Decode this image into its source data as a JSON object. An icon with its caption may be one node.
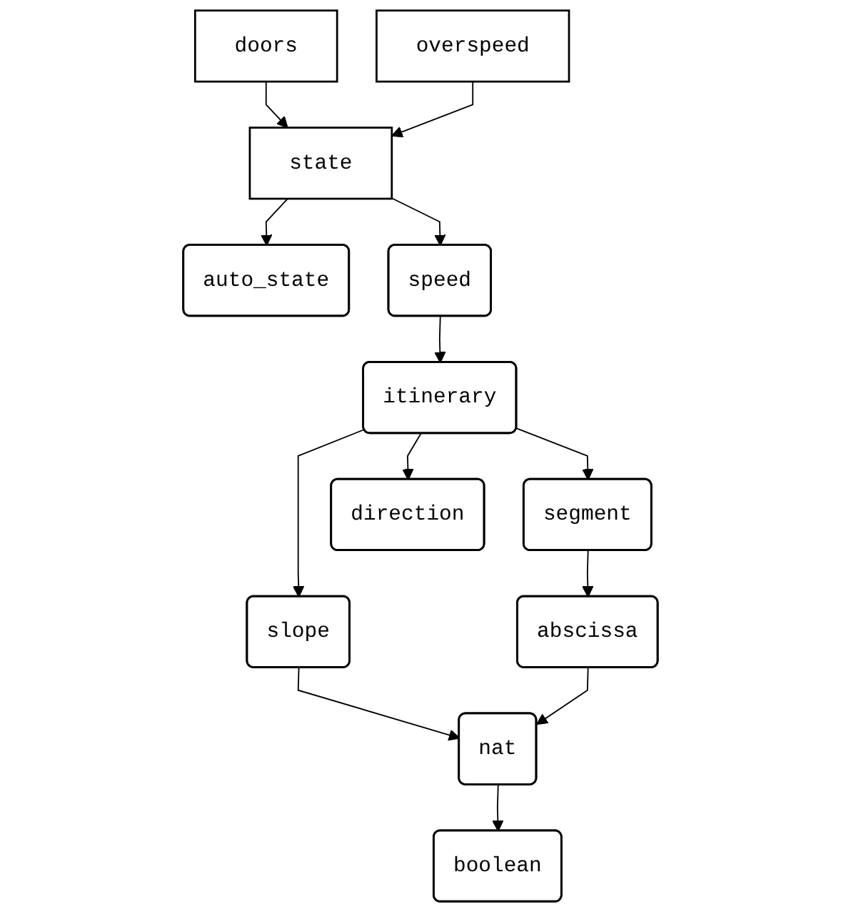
{
  "diagram": {
    "nodes": [
      {
        "text": [
          "doors"
        ]
      },
      {
        "text": [
          "overspeed"
        ]
      },
      {
        "text": [
          "state"
        ]
      },
      {
        "text": [
          "auto_state"
        ]
      },
      {
        "text": [
          "speed"
        ]
      },
      {
        "text": [
          "itinerary"
        ]
      },
      {
        "text": [
          "slope"
        ]
      },
      {
        "text": [
          "segment"
        ]
      },
      {
        "text": [
          "direction"
        ]
      },
      {
        "text": [
          "abscissa"
        ]
      },
      {
        "text": [
          "nat"
        ]
      },
      {
        "text": [
          "boolean"
        ]
      }
    ],
    "edges": [
      {
        "from": 0,
        "to": 2,
        "arrow": "to"
      },
      {
        "from": 1,
        "to": 2,
        "arrow": "to"
      },
      {
        "from": 2,
        "to": 3,
        "arrow": "to"
      },
      {
        "from": 2,
        "to": 4,
        "arrow": "to"
      },
      {
        "from": 4,
        "to": 5,
        "arrow": "to"
      },
      {
        "from": 5,
        "to": 6,
        "arrow": "to"
      },
      {
        "from": 5,
        "to": 7,
        "arrow": "to"
      },
      {
        "from": 5,
        "to": 8,
        "arrow": "to"
      },
      {
        "from": 7,
        "to": 9,
        "arrow": "to"
      },
      {
        "from": 6,
        "to": 10,
        "arrow": "to"
      },
      {
        "from": 9,
        "to": 10,
        "arrow": "to"
      },
      {
        "from": 10,
        "to": 11,
        "arrow": "to"
      }
    ]
  }
}
